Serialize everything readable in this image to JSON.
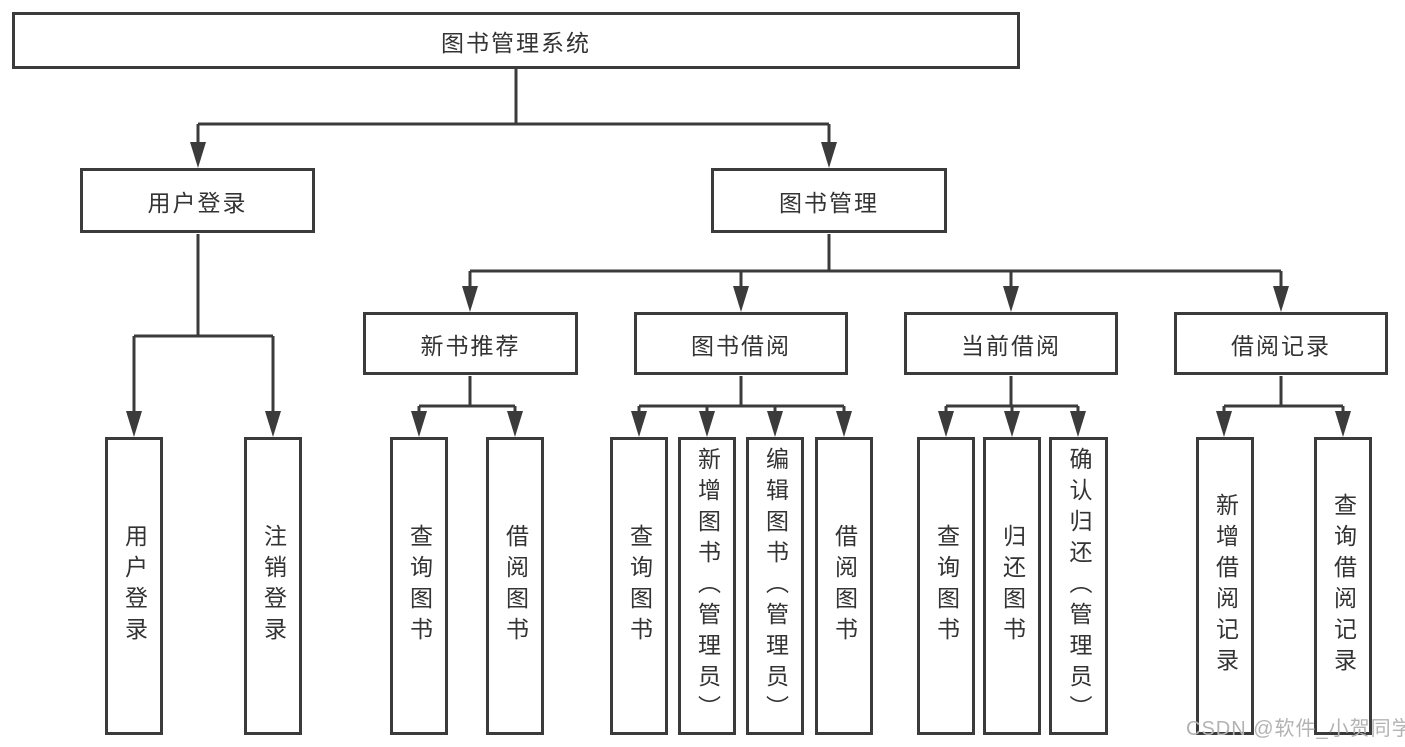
{
  "diagram": {
    "type": "hierarchy-tree",
    "line_color": "#3b3b3b",
    "box_background": "#ffffff",
    "text_color": "#333333",
    "tree": {
      "label": "图书管理系统",
      "children": [
        {
          "label": "用户登录",
          "children": [
            {
              "label": "用户登录"
            },
            {
              "label": "注销登录"
            }
          ]
        },
        {
          "label": "图书管理",
          "children": [
            {
              "label": "新书推荐",
              "children": [
                {
                  "label": "查询图书"
                },
                {
                  "label": "借阅图书"
                }
              ]
            },
            {
              "label": "图书借阅",
              "children": [
                {
                  "label": "查询图书"
                },
                {
                  "label": "新增图书（管理员）"
                },
                {
                  "label": "编辑图书（管理员）"
                },
                {
                  "label": "借阅图书"
                }
              ]
            },
            {
              "label": "当前借阅",
              "children": [
                {
                  "label": "查询图书"
                },
                {
                  "label": "归还图书"
                },
                {
                  "label": "确认归还（管理员）"
                }
              ]
            },
            {
              "label": "借阅记录",
              "children": [
                {
                  "label": "新增借阅记录"
                },
                {
                  "label": "查询借阅记录"
                }
              ]
            }
          ]
        }
      ]
    }
  },
  "watermark": {
    "text": "CSDN @软件_小贺同学",
    "color": "#b3b3b3"
  }
}
